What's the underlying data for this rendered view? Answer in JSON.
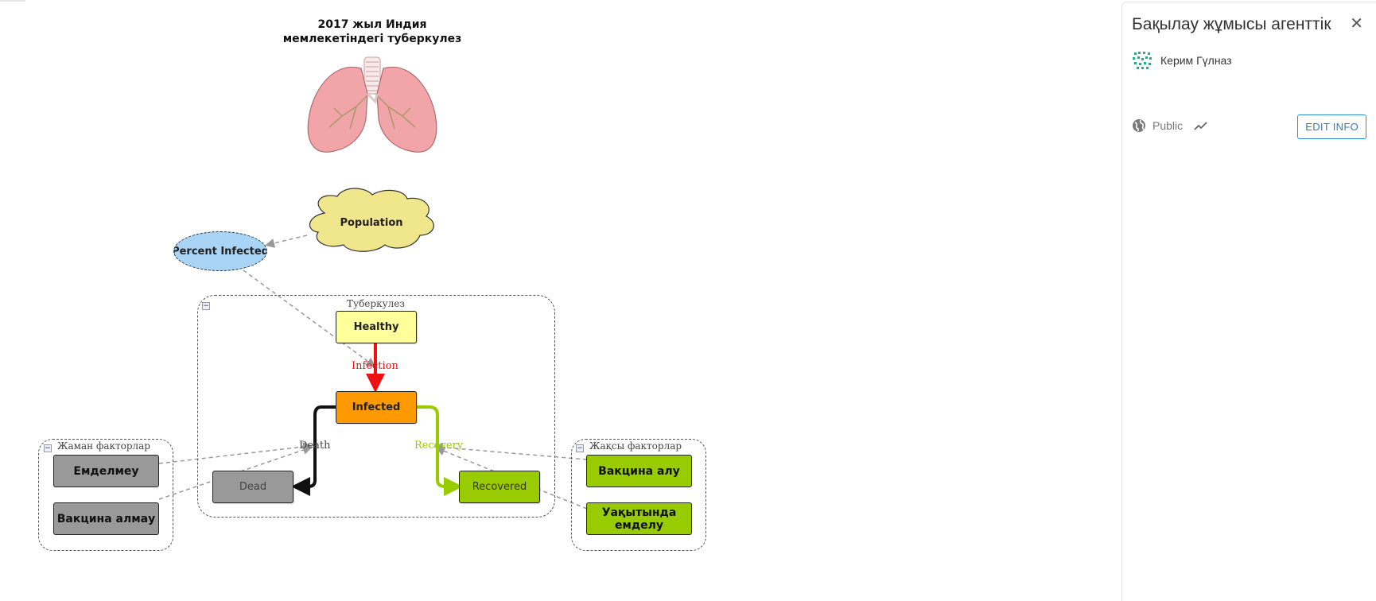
{
  "diagram": {
    "title_line1": "2017 жыл Индия",
    "title_line2": "мемлекетіндегі туберкулез",
    "population_label": "Population",
    "percent_infected_label": "Percent Infected",
    "main_folder_label": "Туберкулез",
    "stocks": {
      "healthy": "Healthy",
      "infected": "Infected",
      "dead": "Dead",
      "recovered": "Recovered"
    },
    "flows": {
      "infection": "Infection",
      "death": "Death",
      "recovery": "Recovery"
    },
    "bad_factors": {
      "folder_label": "Жаман факторлар",
      "items": [
        "Емделмеу",
        "Вакцина алмау"
      ]
    },
    "good_factors": {
      "folder_label": "Жақсы факторлар",
      "items": [
        "Вакцина алу",
        "Уақытында емделу"
      ]
    },
    "collapse_glyph": "−",
    "colors": {
      "healthy": "#ffff99",
      "infected": "#ff9900",
      "dead": "#999999",
      "recovered": "#99cc00",
      "infection_flow": "#ee1111",
      "recovery_flow": "#99cc00",
      "death_flow": "#111111",
      "population_cloud": "#f0e68c",
      "percent_infected": "#a9d4f5"
    }
  },
  "panel": {
    "title": "Бақылау жұмысы агенттік",
    "author": "Керим Гүлназ",
    "visibility": "Public",
    "edit_button": "EDIT INFO",
    "close_glyph": "✕",
    "icons": [
      "globe-icon",
      "trend-icon",
      "author-avatar-icon",
      "close-icon"
    ]
  }
}
